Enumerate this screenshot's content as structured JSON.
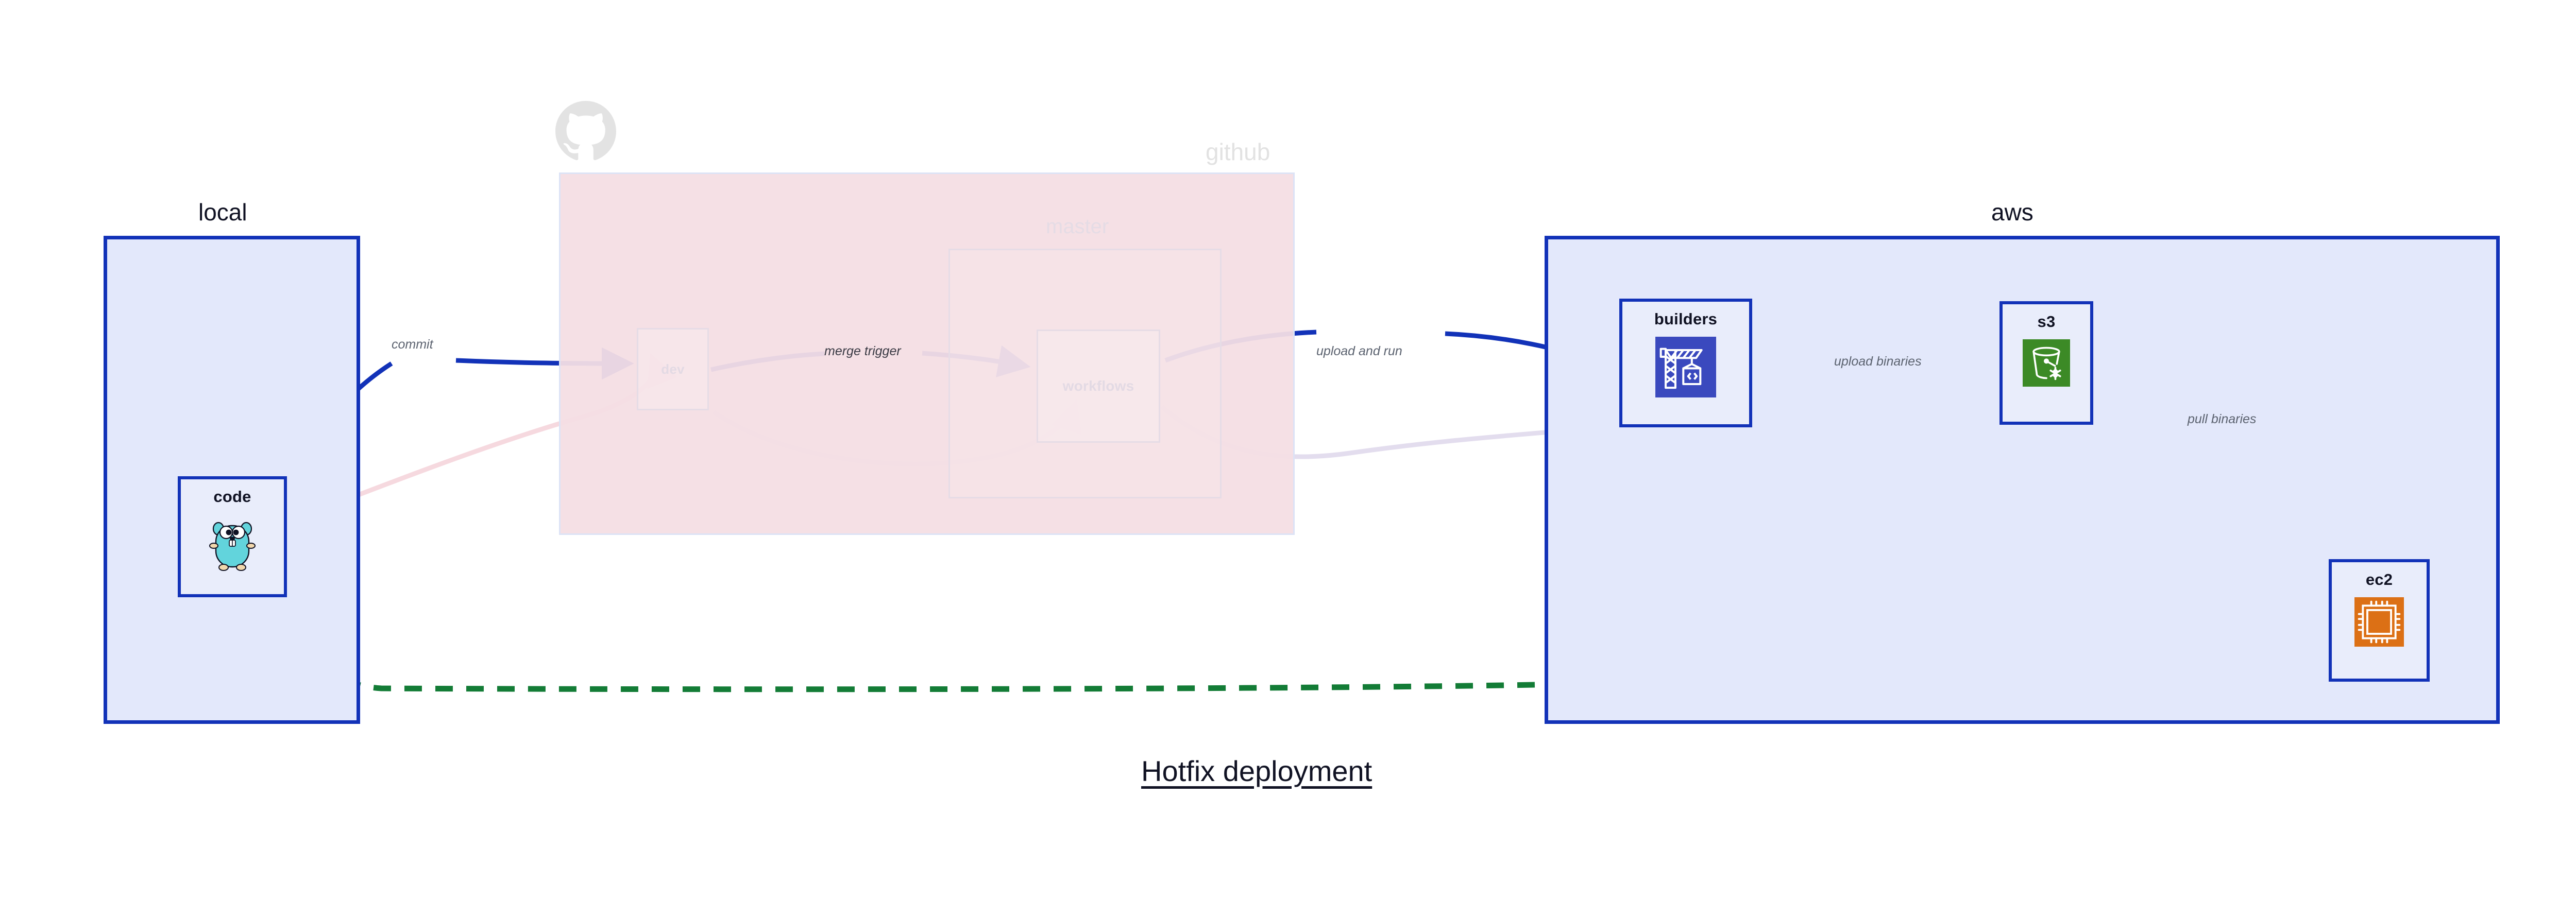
{
  "diagram": {
    "caption": "Hotfix deployment",
    "colors": {
      "group_border": "#1232B8",
      "group_fill": "#E3E8FB",
      "github_fill": "#F4DEE4",
      "node_fill": "#E9EDFB",
      "edge_blue": "#1232B8",
      "edge_green": "#137C36",
      "label_gray": "#5C6370",
      "builders_icon_bg": "#3A49BE",
      "s3_icon_bg": "#3C8A26",
      "ec2_icon_bg": "#DC7015",
      "gopher_body": "#62D4DC"
    }
  },
  "groups": [
    {
      "id": "local",
      "title": "local",
      "faded": false
    },
    {
      "id": "github",
      "title": "github",
      "faded": true
    },
    {
      "id": "aws",
      "title": "aws",
      "faded": false
    }
  ],
  "github": {
    "logo_icon": "github-mark-icon",
    "subgroup": {
      "id": "master",
      "title": "master"
    },
    "nodes": [
      {
        "id": "dev",
        "label": "dev"
      },
      {
        "id": "workflows",
        "label": "workflows"
      }
    ]
  },
  "nodes": [
    {
      "id": "code",
      "label": "code",
      "icon": "go-gopher-icon"
    },
    {
      "id": "builders",
      "label": "builders",
      "icon": "crane-code-icon"
    },
    {
      "id": "s3",
      "label": "s3",
      "icon": "s3-bucket-icon"
    },
    {
      "id": "ec2",
      "label": "ec2",
      "icon": "cpu-chip-icon"
    }
  ],
  "edges": [
    {
      "id": "commit",
      "label": "commit",
      "from": "code",
      "to": "dev",
      "style": "solid-blue"
    },
    {
      "id": "merge-trigger",
      "label": "merge trigger",
      "from": "dev",
      "to": "workflows",
      "style": "solid-blue"
    },
    {
      "id": "upload-and-run",
      "label": "upload and run",
      "from": "workflows",
      "to": "builders",
      "style": "solid-blue"
    },
    {
      "id": "upload-binaries",
      "label": "upload binaries",
      "from": "builders",
      "to": "s3",
      "style": "solid-blue"
    },
    {
      "id": "pull-binaries",
      "label": "pull binaries",
      "from": "s3",
      "to": "ec2",
      "style": "solid-blue"
    },
    {
      "id": "hotfix-direct",
      "label": "",
      "from": "code",
      "to": "ec2",
      "style": "dashed-green"
    },
    {
      "id": "faded-a",
      "label": "",
      "from": "code",
      "to": "dev",
      "style": "faded-pink"
    },
    {
      "id": "faded-b",
      "label": "",
      "from": "dev",
      "to": "workflows",
      "style": "faded-lilac"
    },
    {
      "id": "faded-c",
      "label": "",
      "from": "workflows",
      "to": "builders",
      "style": "faded-lilac"
    }
  ]
}
